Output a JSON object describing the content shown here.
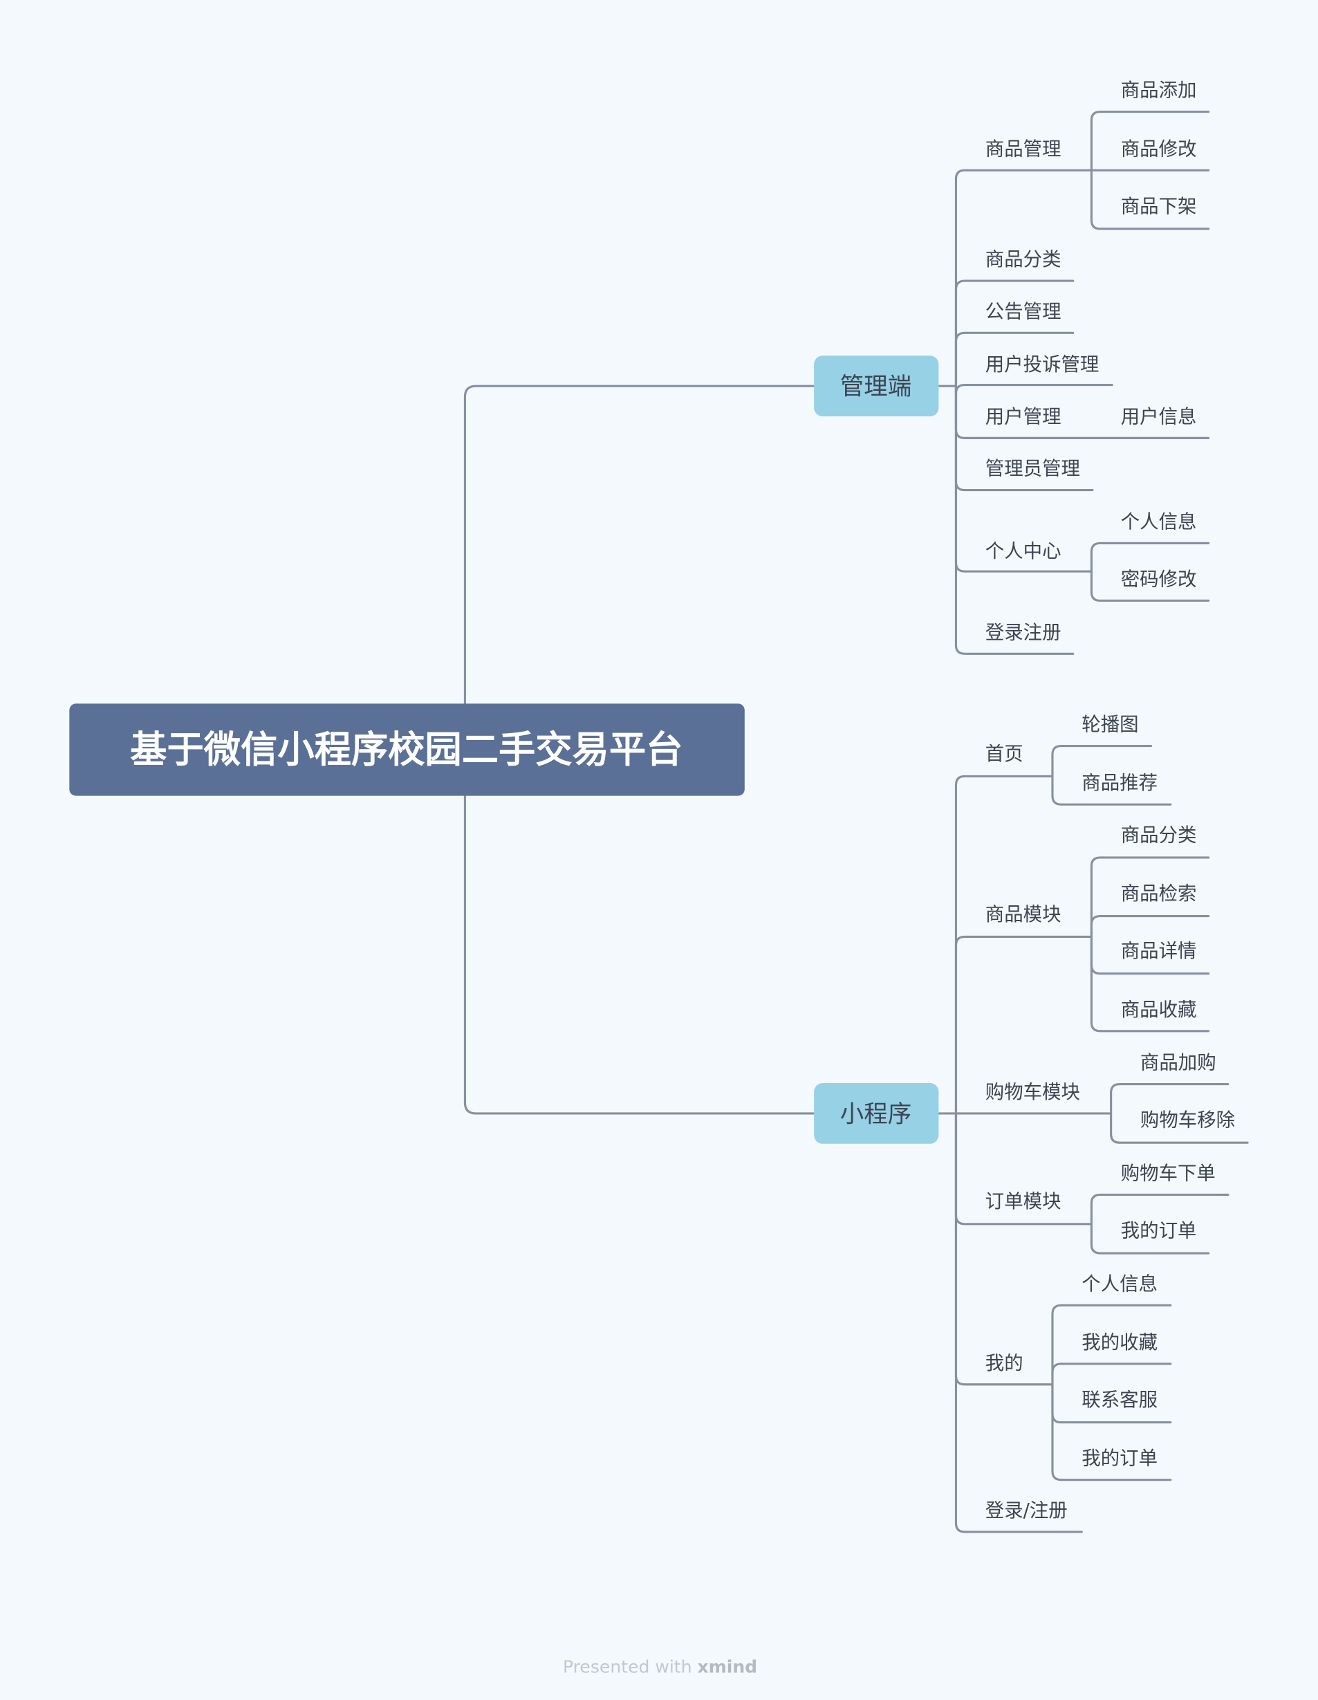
{
  "root": {
    "label": "基于微信小程序校园二手交易平台",
    "color": "#5b7096"
  },
  "branches": [
    {
      "label": "管理端",
      "color": "#96d1e6",
      "children": [
        {
          "label": "商品管理",
          "children": [
            {
              "label": "商品添加"
            },
            {
              "label": "商品修改"
            },
            {
              "label": "商品下架"
            }
          ]
        },
        {
          "label": "商品分类",
          "children": []
        },
        {
          "label": "公告管理",
          "children": []
        },
        {
          "label": "用户投诉管理",
          "children": []
        },
        {
          "label": "用户管理",
          "children": [
            {
              "label": "用户信息"
            }
          ]
        },
        {
          "label": "管理员管理",
          "children": []
        },
        {
          "label": "个人中心",
          "children": [
            {
              "label": "个人信息"
            },
            {
              "label": "密码修改"
            }
          ]
        },
        {
          "label": "登录注册",
          "children": []
        }
      ]
    },
    {
      "label": "小程序",
      "color": "#96d1e6",
      "children": [
        {
          "label": "首页",
          "children": [
            {
              "label": "轮播图"
            },
            {
              "label": "商品推荐"
            }
          ]
        },
        {
          "label": "商品模块",
          "children": [
            {
              "label": "商品分类"
            },
            {
              "label": "商品检索"
            },
            {
              "label": "商品详情"
            },
            {
              "label": "商品收藏"
            }
          ]
        },
        {
          "label": "购物车模块",
          "children": [
            {
              "label": "商品加购"
            },
            {
              "label": "购物车移除"
            }
          ]
        },
        {
          "label": "订单模块",
          "children": [
            {
              "label": "购物车下单"
            },
            {
              "label": "我的订单"
            }
          ]
        },
        {
          "label": "我的",
          "children": [
            {
              "label": "个人信息"
            },
            {
              "label": "我的收藏"
            },
            {
              "label": "联系客服"
            },
            {
              "label": "我的订单"
            }
          ]
        },
        {
          "label": "登录/注册",
          "children": []
        }
      ]
    }
  ],
  "footer": {
    "prefix": "Presented with ",
    "brand": "xmind"
  }
}
